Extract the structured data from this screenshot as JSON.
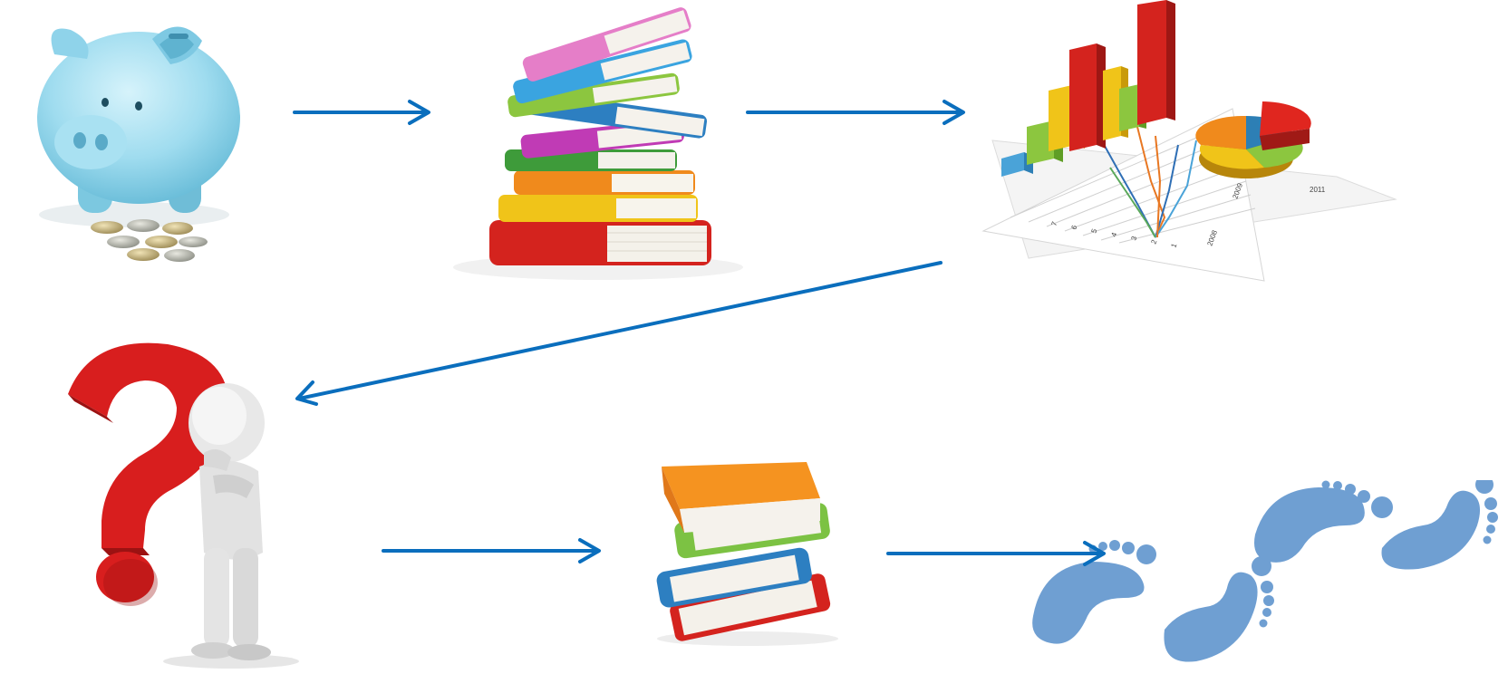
{
  "diagram": {
    "background_color": "#ffffff",
    "arrow_color": "#0a6ebd",
    "nodes": [
      {
        "id": "piggy-bank",
        "icon": "piggy-bank-with-coins-icon"
      },
      {
        "id": "book-stack-tall",
        "icon": "colorful-book-stack-icon"
      },
      {
        "id": "charts",
        "icon": "bar-line-pie-charts-icon"
      },
      {
        "id": "question-person",
        "icon": "person-with-question-mark-icon"
      },
      {
        "id": "book-stack-small",
        "icon": "small-book-stack-icon"
      },
      {
        "id": "footprints",
        "icon": "footprints-icon"
      }
    ],
    "edges": [
      {
        "from": "piggy-bank",
        "to": "book-stack-tall"
      },
      {
        "from": "book-stack-tall",
        "to": "charts"
      },
      {
        "from": "charts",
        "to": "question-person"
      },
      {
        "from": "question-person",
        "to": "book-stack-small"
      },
      {
        "from": "book-stack-small",
        "to": "footprints"
      }
    ]
  },
  "chart_illustration": {
    "tick_labels": [
      "7",
      "6",
      "5",
      "4",
      "3",
      "2",
      "1"
    ],
    "year_labels": [
      "2008",
      "2009",
      "2011"
    ]
  }
}
